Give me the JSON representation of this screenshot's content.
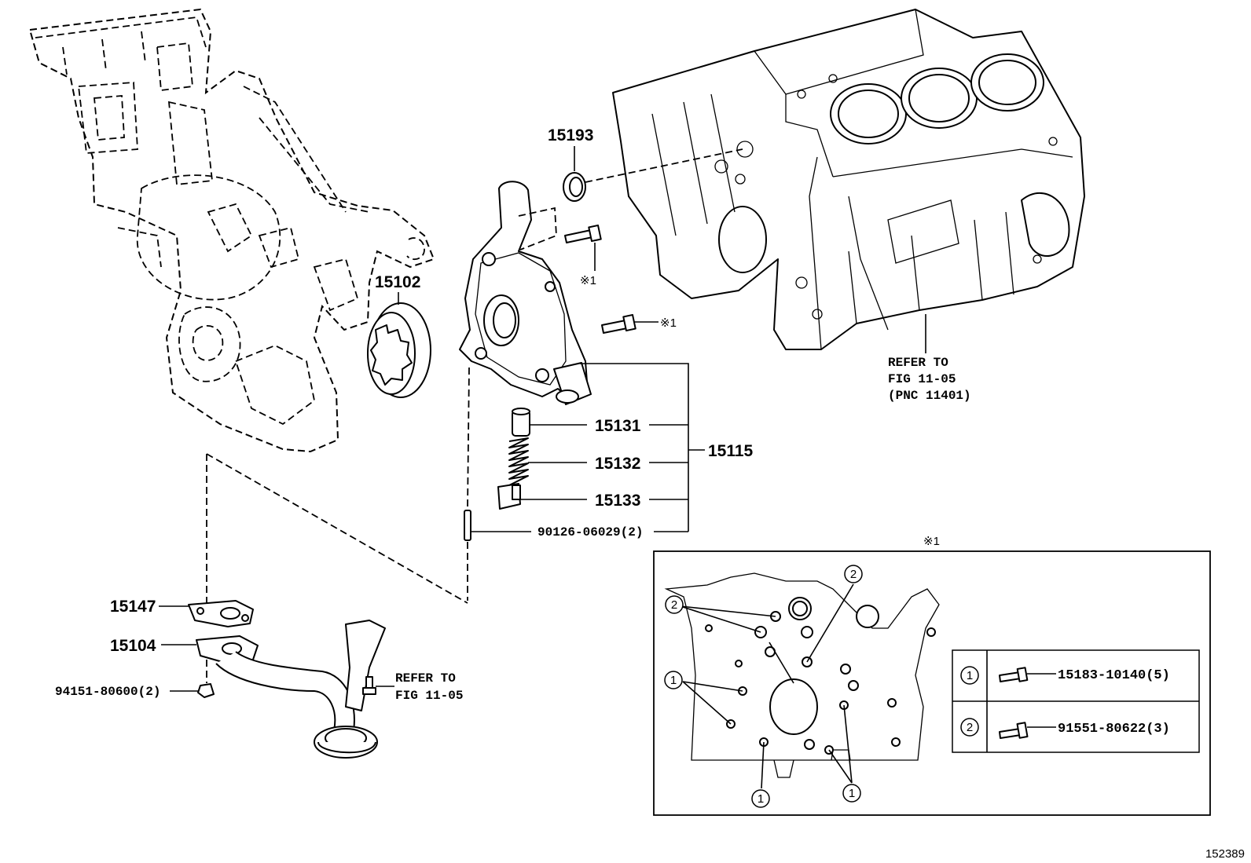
{
  "parts": {
    "p15193": "15193",
    "p15102": "15102",
    "p15131": "15131",
    "p15132": "15132",
    "p15133": "15133",
    "p15115": "15115",
    "p90126": "90126-06029(2)",
    "p15147": "15147",
    "p15104": "15104",
    "p94151": "94151-80600(2)"
  },
  "refs": {
    "block_line1": "REFER TO",
    "block_line2": "FIG 11-05",
    "block_line3": "(PNC 11401)",
    "pan_line1": "REFER TO",
    "pan_line2": "FIG 11-05"
  },
  "marks": {
    "bolt_upper": "※1",
    "bolt_mid": "※1",
    "inset_title": "※1"
  },
  "inset": {
    "callout_1": "1",
    "callout_2": "2",
    "table": [
      {
        "key": "1",
        "part": "15183-10140(5)"
      },
      {
        "key": "2",
        "part": "91551-80622(3)"
      }
    ]
  },
  "figure_id": "152389"
}
